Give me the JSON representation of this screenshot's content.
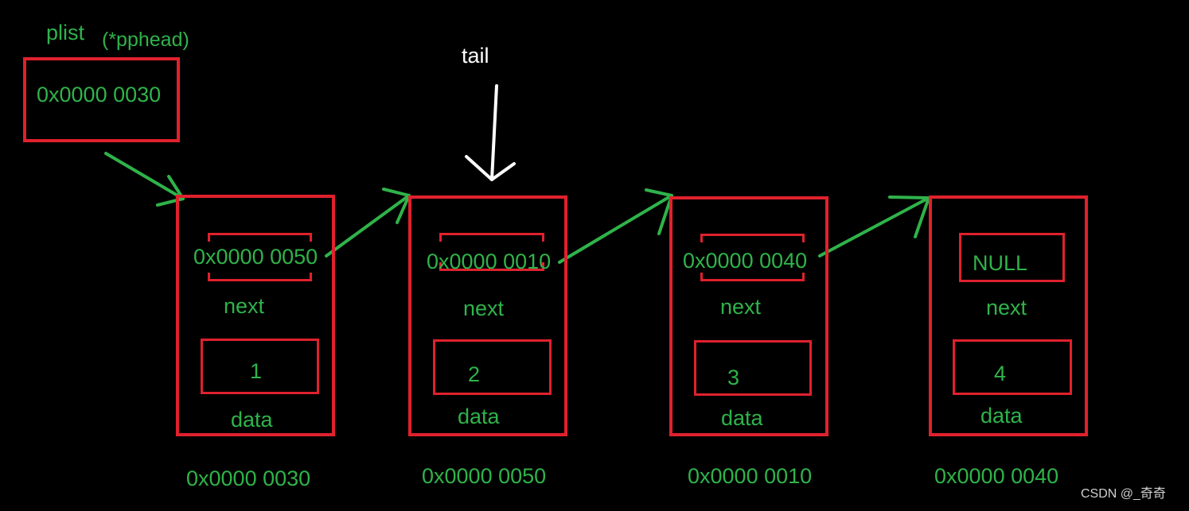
{
  "labels": {
    "plist": "plist",
    "pphead": "(*pphead)",
    "tail": "tail",
    "watermark": "CSDN @_奇奇"
  },
  "plist_box": {
    "value": "0x0000 0030"
  },
  "nodes": [
    {
      "next_value": "0x0000 0050",
      "next_label": "next",
      "data_value": "1",
      "data_label": "data",
      "address": "0x0000 0030"
    },
    {
      "next_value": "0x0000 0010",
      "next_label": "next",
      "data_value": "2",
      "data_label": "data",
      "address": "0x0000 0050"
    },
    {
      "next_value": "0x0000 0040",
      "next_label": "next",
      "data_value": "3",
      "data_label": "data",
      "address": "0x0000 0010"
    },
    {
      "next_value": "NULL",
      "next_label": "next",
      "data_value": "4",
      "data_label": "data",
      "address": "0x0000 0040"
    }
  ],
  "colors": {
    "box": "#e0212d",
    "text": "#2fb34a",
    "arrow": "#2fb34a",
    "tail_arrow": "#ffffff",
    "background": "#000000"
  }
}
